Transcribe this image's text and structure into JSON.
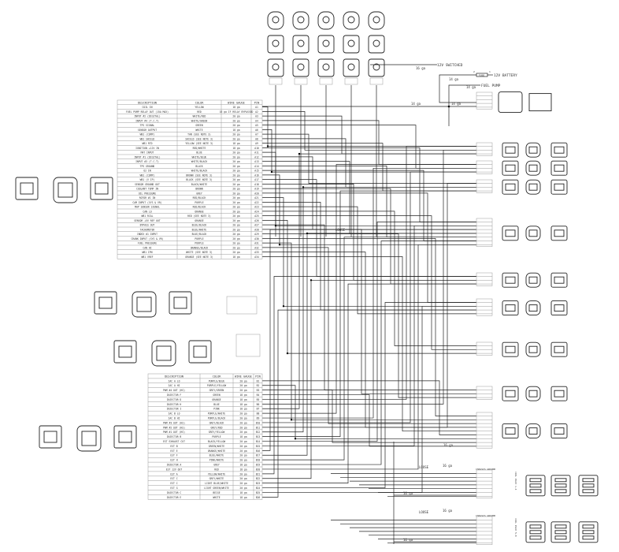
{
  "main_table": {
    "headers": [
      "DESCRIPTION",
      "COLOR",
      "WIRE GAUGE",
      "PIN"
    ],
    "rows": [
      [
        "COIL IN",
        "YELLOW",
        "18 ga",
        "A1"
      ],
      [
        "FUEL PUMP RELAY OUT (15A MAX)",
        "RED",
        "16 ga IF RELAY BYPASSED",
        "A2"
      ],
      [
        "INPUT #2 (DIGITAL)",
        "WHITE/RED",
        "20 ga",
        "A3"
      ],
      [
        "INPUT #4 (T.C.T)",
        "WHITE/GREEN",
        "20 ga",
        "A4"
      ],
      [
        "TPS SIGNAL",
        "GREEN",
        "20 ga",
        "A5"
      ],
      [
        "SENSOR OUTPUT",
        "WHITE",
        "18 ga",
        "A6"
      ],
      [
        "WB1 (COMP)",
        "TAN (SEE NOTE 3)",
        "20 ga",
        "A7"
      ],
      [
        "WB1 SHIELD",
        "SHIELD (SEE NOTE 3)",
        "20 ga",
        "A8"
      ],
      [
        "WB1 RTD",
        "YELLOW (SEE NOTE 3)",
        "18 ga",
        "A9"
      ],
      [
        "IGNITION +12V IN",
        "RED/WHITE",
        "18 ga",
        "A10"
      ],
      [
        "MAT INPUT",
        "BLUE",
        "20 ga",
        "A11"
      ],
      [
        "INPUT #1 (DIGITAL)",
        "WHITE/BLUE",
        "20 ga",
        "A12"
      ],
      [
        "INPUT #3 (T.C.T)",
        "WHITE/BLACK",
        "20 ga",
        "A13"
      ],
      [
        "TPS GROUND",
        "BLACK",
        "20 ga",
        "A14"
      ],
      [
        "O2 IN",
        "WHITE/BLACK",
        "20 ga",
        "A15"
      ],
      [
        "WB1 (COMP)",
        "BROWN (SEE NOTE 3)",
        "20 ga",
        "A16"
      ],
      [
        "WB1 (V IP)",
        "BLACK (SEE NOTE 3)",
        "20 ga",
        "A17"
      ],
      [
        "SENSOR GROUND OUT",
        "BLACK/WHITE",
        "20 ga",
        "A18"
      ],
      [
        "COOLANT TEMP IN",
        "BROWN",
        "20 ga",
        "A19"
      ],
      [
        "OIL PRESSURE",
        "GREY",
        "20 ga",
        "A20"
      ],
      [
        "ROTOR #1 IN",
        "RED/BLACK",
        "20 ga",
        "A21"
      ],
      [
        "CAM INPUT (SYS & VR)",
        "PURPLE",
        "20 ga",
        "A22"
      ],
      [
        "MAP SENSOR SIGNAL",
        "RED/BLACK",
        "20 ga",
        "A23"
      ],
      [
        "CAN LO",
        "ORANGE",
        "20 ga",
        "A24"
      ],
      [
        "WB1 RCAL",
        "RED (SEE NOTE 3)",
        "20 ga",
        "A25"
      ],
      [
        "SENSOR +5V REF OUT",
        "ORANGE",
        "20 ga",
        "A26"
      ],
      [
        "BYPASS OUT",
        "BLUE/BLACK",
        "20 ga",
        "A27"
      ],
      [
        "TACHOMETER",
        "BLUE/WHITE",
        "20 ga",
        "A28"
      ],
      [
        "INDEX #1 INPUT",
        "BLUE/BLACK",
        "20 ga",
        "A29"
      ],
      [
        "CRANK INPUT (SYS & VR)",
        "PURPLE",
        "20 ga",
        "A30"
      ],
      [
        "FUEL PRESSURE",
        "PURPLE",
        "20 ga",
        "A31"
      ],
      [
        "CAN HI",
        "ORANGE/BLACK",
        "20 ga",
        "A32"
      ],
      [
        "WB1 IPN",
        "WHITE (SEE NOTE 3)",
        "20 ga",
        "A33"
      ],
      [
        "WB1 VREF",
        "ORANGE (SEE NOTE 3)",
        "18 ga",
        "A34"
      ]
    ]
  },
  "secondary_table": {
    "headers": [
      "DESCRIPTION",
      "COLOR",
      "WIRE GAUGE",
      "PIN"
    ],
    "rows": [
      [
        "IAC A LO",
        "PURPLE/BLUE",
        "20 ga",
        "B1"
      ],
      [
        "IAC A HI",
        "PURPLE/YELLOW",
        "20 ga",
        "B2"
      ],
      [
        "PWM #4 OUT (HS)",
        "GREY/GREEN",
        "20 ga",
        "B3"
      ],
      [
        "INJECTOR F",
        "GREEN",
        "18 ga",
        "B4"
      ],
      [
        "INJECTOR D",
        "ORANGE",
        "18 ga",
        "B5"
      ],
      [
        "INJECTOR H",
        "BLUE",
        "18 ga",
        "B6"
      ],
      [
        "INJECTOR I",
        "PINK",
        "18 ga",
        "B7"
      ],
      [
        "IAC B LO",
        "PURPLE/WHITE",
        "20 ga",
        "B8"
      ],
      [
        "IAC B HI",
        "PURPLE/BLACK",
        "20 ga",
        "B9"
      ],
      [
        "PWM #3 OUT (HS)",
        "GREY/BLACK",
        "20 ga",
        "B10"
      ],
      [
        "PWM #2 OUT (HS)",
        "GREY/RED",
        "20 ga",
        "B11"
      ],
      [
        "PWM #1 OUT (HS)",
        "GREY/YELLOW",
        "20 ga",
        "B12"
      ],
      [
        "INJECTOR B",
        "PURPLE",
        "18 ga",
        "B13"
      ],
      [
        "EST EXHAUST CUT",
        "BLACK/YELLOW",
        "20 ga",
        "B14"
      ],
      [
        "EST B",
        "GREEN/WHITE",
        "20 ga",
        "B15"
      ],
      [
        "EST E",
        "ORANGE/WHITE",
        "20 ga",
        "B16"
      ],
      [
        "EST F",
        "BLUE/WHITE",
        "20 ga",
        "B17"
      ],
      [
        "EST H",
        "PINK/WHITE",
        "20 ga",
        "B18"
      ],
      [
        "INJECTOR A",
        "GREY",
        "18 ga",
        "B19"
      ],
      [
        "EST 12V OUT",
        "RED",
        "18 ga",
        "B20"
      ],
      [
        "EST A",
        "YELLOW/WHITE",
        "20 ga",
        "B21"
      ],
      [
        "EST C",
        "GREY/WHITE",
        "20 ga",
        "B22"
      ],
      [
        "EST C",
        "LIGHT BLUE/WHITE",
        "20 ga",
        "B23"
      ],
      [
        "EST G",
        "LIGHT GREEN/WHITE",
        "20 ga",
        "B24"
      ],
      [
        "INJECTOR C",
        "BEIGE",
        "18 ga",
        "B25"
      ],
      [
        "INJECTOR E",
        "WHITE",
        "18 ga",
        "B26"
      ]
    ]
  },
  "power": {
    "switched_gauge": "16 ga",
    "switched_label": "12V SWITCHED",
    "battery_gauge": "14 ga",
    "battery_label": "12V BATTERY",
    "fuse_label": "FUSE",
    "fuse_pin_a": "2",
    "fuse_pin_b": "1",
    "pump_gauge": "14 ga",
    "pump_label": "FUEL PUMP",
    "relay_gauge_a": "14 ga",
    "relay_gauge_b": "14 ga"
  },
  "annotations": {
    "loose_mid": "LOOSE",
    "loose_1": "LOOSE",
    "loose_1_gauge": "16 ga",
    "bottom_1_gauge": "16 ga",
    "loose_2": "LOOSE",
    "loose_2_gauge": "16 ga",
    "bottom_2_gauge": "16 ga",
    "mid_gauge": "16 ga",
    "coil_pack_1": "COIL PACK 1-4",
    "coil_pack_2": "COIL PACK 5-8",
    "coil_header": "CHASSIS GROUND"
  },
  "colors": {
    "line": "#222222",
    "table_border": "#999999",
    "text": "#333333"
  }
}
